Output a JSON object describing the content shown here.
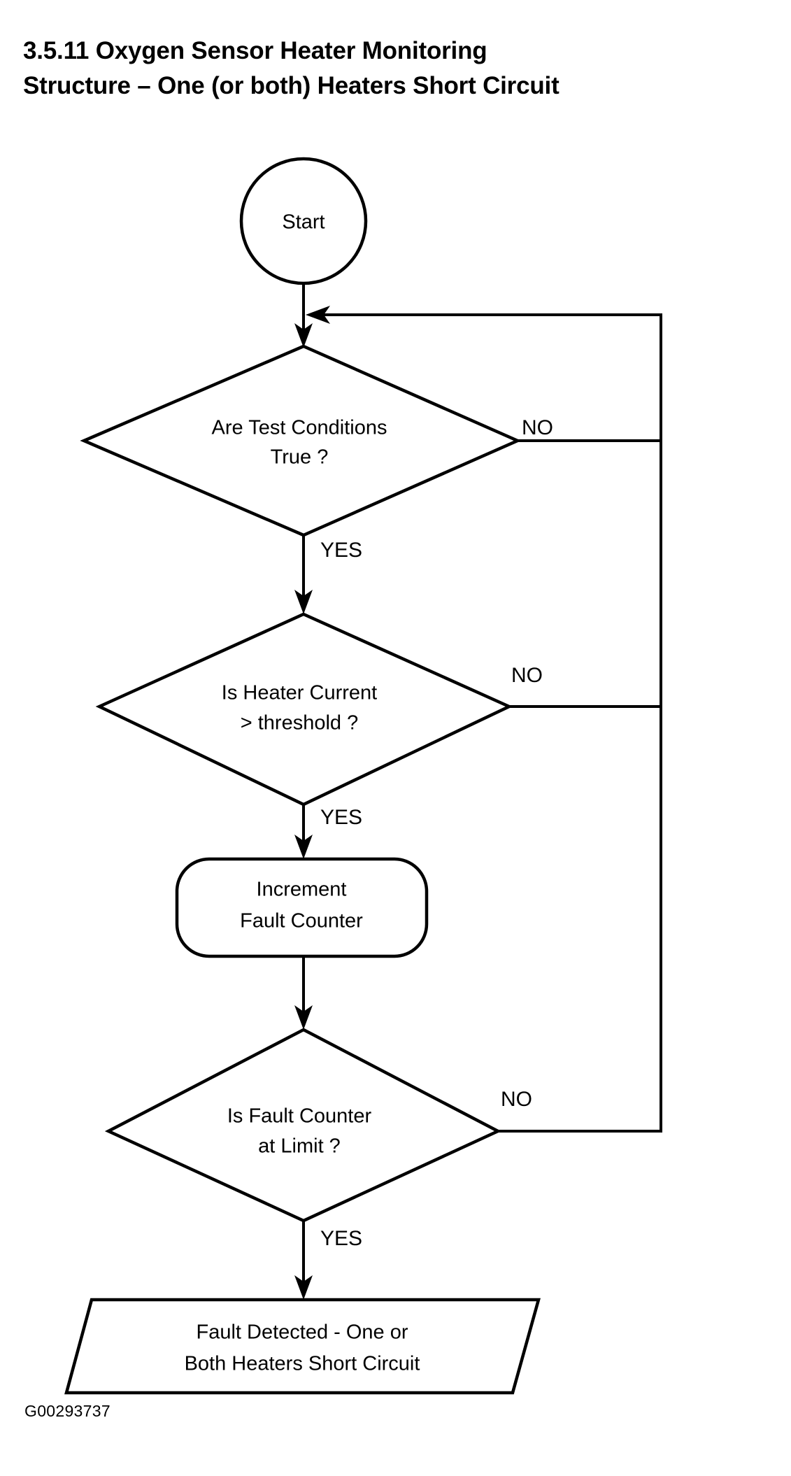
{
  "document": {
    "title_line_1": "3.5.11 Oxygen Sensor Heater Monitoring",
    "title_line_2": "Structure – One (or both) Heaters Short Circuit",
    "figure_code": "G00293737"
  },
  "colors": {
    "stroke": "#000000",
    "fill": "#ffffff",
    "background": "#ffffff",
    "text": "#000000"
  },
  "flowchart": {
    "type": "flowchart",
    "nodes": [
      {
        "id": "start",
        "shape": "circle",
        "label": "Start",
        "lines": [
          "Start"
        ]
      },
      {
        "id": "test-conditions",
        "shape": "decision",
        "label": "Are Test Conditions True ?",
        "lines": [
          "Are Test Conditions",
          "True ?"
        ]
      },
      {
        "id": "heater-current",
        "shape": "decision",
        "label": "Is Heater Current > threshold ?",
        "lines": [
          "Is Heater Current",
          "> threshold ?"
        ]
      },
      {
        "id": "increment-counter",
        "shape": "rounded-rectangle",
        "label": "Increment Fault Counter",
        "lines": [
          "Increment",
          "Fault Counter"
        ]
      },
      {
        "id": "counter-at-limit",
        "shape": "decision",
        "label": "Is Fault Counter at Limit ?",
        "lines": [
          "Is Fault Counter",
          "at Limit ?"
        ]
      },
      {
        "id": "fault-detected",
        "shape": "parallelogram",
        "label": "Fault Detected - One or Both Heaters Short Circuit",
        "lines": [
          "Fault Detected - One or",
          "Both Heaters Short Circuit"
        ]
      }
    ],
    "edges": [
      {
        "id": "e-start-test",
        "from": "start",
        "to": "test-conditions",
        "label": ""
      },
      {
        "id": "e-test-no",
        "from": "test-conditions",
        "to": "start-junction",
        "label": "NO"
      },
      {
        "id": "e-test-yes",
        "from": "test-conditions",
        "to": "heater-current",
        "label": "YES"
      },
      {
        "id": "e-current-no",
        "from": "heater-current",
        "to": "start-junction",
        "label": "NO"
      },
      {
        "id": "e-current-yes",
        "from": "heater-current",
        "to": "increment-counter",
        "label": "YES"
      },
      {
        "id": "e-increment-limit",
        "from": "increment-counter",
        "to": "counter-at-limit",
        "label": ""
      },
      {
        "id": "e-limit-no",
        "from": "counter-at-limit",
        "to": "start-junction",
        "label": "NO"
      },
      {
        "id": "e-limit-yes",
        "from": "counter-at-limit",
        "to": "fault-detected",
        "label": "YES"
      }
    ],
    "branch_labels": {
      "test_no": "NO",
      "test_yes": "YES",
      "current_no": "NO",
      "current_yes": "YES",
      "limit_no": "NO",
      "limit_yes": "YES"
    }
  }
}
